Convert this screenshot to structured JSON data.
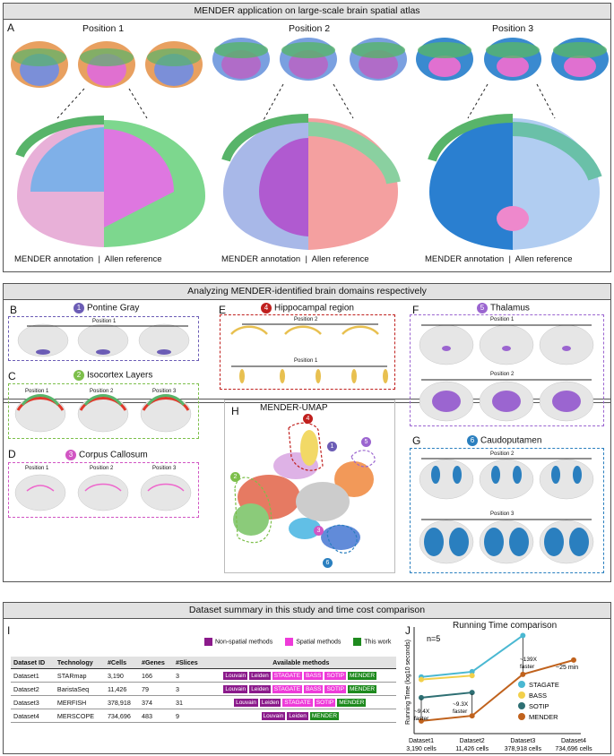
{
  "panelA": {
    "header": "MENDER application on large-scale brain spatial atlas",
    "label": "A",
    "positions": [
      "Position 1",
      "Position 2",
      "Position 3"
    ],
    "caption": "MENDER annotation  |  Allen reference"
  },
  "panelBH": {
    "header": "Analyzing MENDER-identified brain domains respectively",
    "B": {
      "label": "B",
      "num": "1",
      "title": "Pontine Gray",
      "pos": [
        "Position 1"
      ]
    },
    "C": {
      "label": "C",
      "num": "2",
      "title": "Isocortex Layers",
      "pos": [
        "Position 1",
        "Position 2",
        "Position 3"
      ]
    },
    "D": {
      "label": "D",
      "num": "3",
      "title": "Corpus Callosum",
      "pos": [
        "Position 1",
        "Position 2",
        "Position 3"
      ]
    },
    "E": {
      "label": "E",
      "num": "4",
      "title": "Hippocampal region",
      "pos": [
        "Position 2",
        "Position 1"
      ]
    },
    "F": {
      "label": "F",
      "num": "5",
      "title": "Thalamus",
      "pos": [
        "Position 1",
        "Position 2"
      ]
    },
    "G": {
      "label": "G",
      "num": "6",
      "title": "Caudoputamen",
      "pos": [
        "Position 2",
        "Position 3"
      ]
    },
    "H": {
      "label": "H",
      "title": "MENDER-UMAP",
      "nums": [
        "4",
        "1",
        "5",
        "2",
        "3",
        "6"
      ]
    },
    "colors": {
      "1": "#6b5cb5",
      "2": "#7dbf4b",
      "3": "#d155c3",
      "4": "#c0201e",
      "5": "#9b65d0",
      "6": "#2a7fbf"
    }
  },
  "panelIJ": {
    "header": "Dataset summary in this study and time cost comparison",
    "I": {
      "label": "I",
      "legend": [
        {
          "label": "Non-spatial methods",
          "color": "#8b1a8b"
        },
        {
          "label": "Spatial methods",
          "color": "#ee3bd9"
        },
        {
          "label": "This work",
          "color": "#1e8a1e"
        }
      ],
      "columns": [
        "Dataset ID",
        "Technology",
        "#Cells",
        "#Genes",
        "#Slices",
        "Available methods"
      ],
      "rows": [
        {
          "id": "Dataset1",
          "tech": "STARmap",
          "cells": "3,190",
          "genes": "166",
          "slices": "3",
          "methods": [
            "Louvain",
            "Leiden",
            "STAGATE",
            "BASS",
            "SOTIP",
            "MENDER"
          ]
        },
        {
          "id": "Dataset2",
          "tech": "BaristaSeq",
          "cells": "11,426",
          "genes": "79",
          "slices": "3",
          "methods": [
            "Louvain",
            "Leiden",
            "STAGATE",
            "BASS",
            "SOTIP",
            "MENDER"
          ]
        },
        {
          "id": "Dataset3",
          "tech": "MERFISH",
          "cells": "378,918",
          "genes": "374",
          "slices": "31",
          "methods": [
            "Louvain",
            "Leiden",
            "STAGATE",
            "SOTIP",
            "MENDER"
          ]
        },
        {
          "id": "Dataset4",
          "tech": "MERSCOPE",
          "cells": "734,696",
          "genes": "483",
          "slices": "9",
          "methods": [
            "Louvain",
            "Leiden",
            "MENDER"
          ]
        }
      ],
      "method_colors": {
        "Louvain": "#8b1a8b",
        "Leiden": "#8b1a8b",
        "STAGATE": "#ee3bd9",
        "BASS": "#ee3bd9",
        "SOTIP": "#ee3bd9",
        "MENDER": "#1e8a1e"
      }
    },
    "J": {
      "label": "J"
    }
  },
  "chart_data": {
    "type": "line",
    "title": "Running Time comparison",
    "ylabel": "Running Time (log10 seconds)",
    "categories": [
      "Dataset1\n3,190 cells",
      "Dataset2\n11,426 cells",
      "Dataset3\n378,918 cells",
      "Dataset4\n734,696 cells"
    ],
    "ylim": [
      0.5,
      4.2
    ],
    "series": [
      {
        "name": "STAGATE",
        "color": "#4ab8d2",
        "values": [
          2.55,
          2.75,
          4.15,
          null
        ]
      },
      {
        "name": "BASS",
        "color": "#f2d04b",
        "values": [
          2.45,
          2.6,
          null,
          null
        ]
      },
      {
        "name": "SOTIP",
        "color": "#2e6f73",
        "values": [
          1.75,
          1.95,
          null,
          null
        ]
      },
      {
        "name": "MENDER",
        "color": "#c0621d",
        "values": [
          0.85,
          1.05,
          2.65,
          3.2
        ]
      }
    ],
    "annotations": [
      "n=5",
      "~9.4X\nfaster",
      "~9.3X\nfaster",
      "~139X\nfaster",
      "~25 min"
    ]
  }
}
